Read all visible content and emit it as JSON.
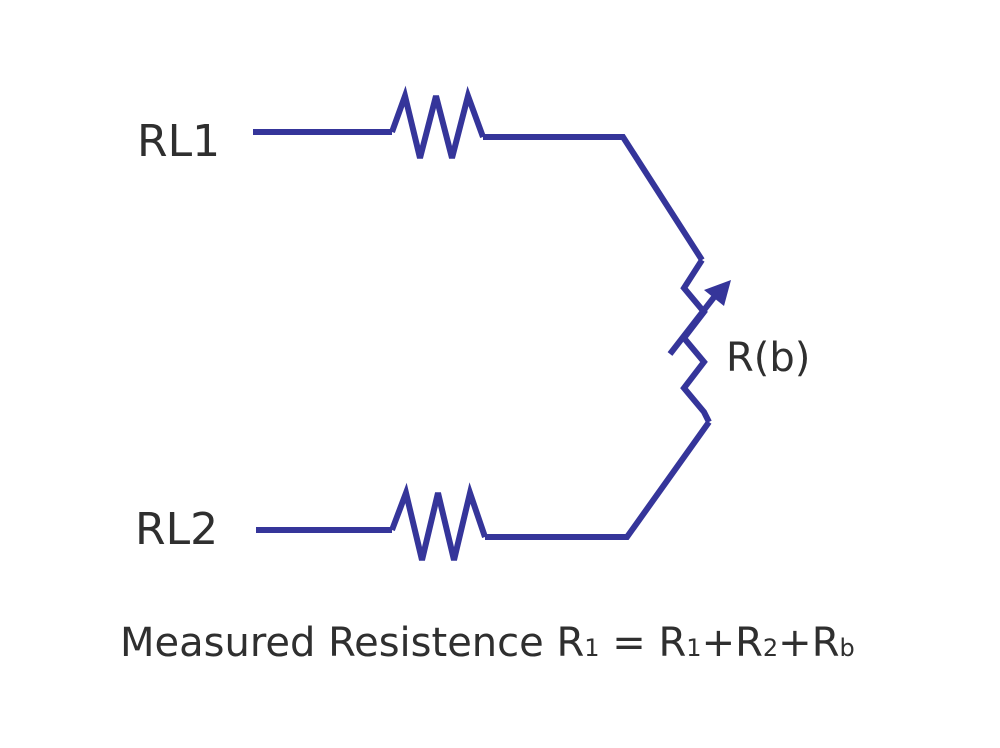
{
  "labels": {
    "rl1": "RL1",
    "rl2": "RL2",
    "rb": "R(b)"
  },
  "formula": {
    "prefix": "Measured Resistence R",
    "r_sub": "1",
    "eq": " = R",
    "r1_sub": "1",
    "plus1": "+R",
    "r2_sub": "2",
    "plus2": "+R",
    "rb_sub": "b"
  },
  "colors": {
    "wire": "#35359a",
    "text": "#2f2f2f",
    "background": "#ffffff"
  }
}
